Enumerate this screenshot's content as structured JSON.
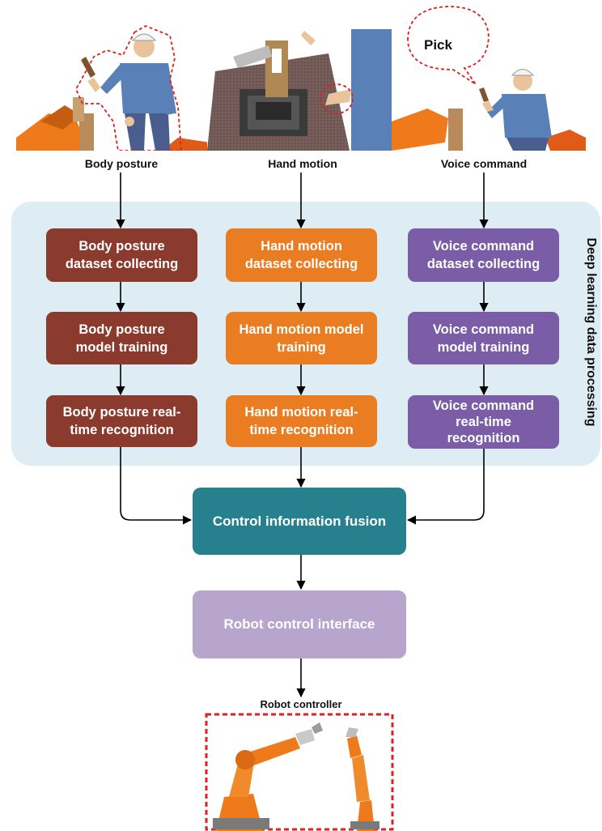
{
  "inputs": {
    "body": "Body posture",
    "hand": "Hand motion",
    "voice": "Voice command"
  },
  "bubble": "Pick",
  "panel_label": "Deep learning data processing",
  "columns": {
    "body": [
      "Body posture\ndataset collecting",
      "Body posture\nmodel training",
      "Body posture real-\ntime recognition"
    ],
    "hand": [
      "Hand motion\ndataset collecting",
      "Hand motion model\ntraining",
      "Hand motion real-\ntime recognition"
    ],
    "voice": [
      "Voice command\ndataset collecting",
      "Voice command\nmodel training",
      "Voice command\nreal-time\nrecognition"
    ]
  },
  "fusion": "Control information fusion",
  "interface": "Robot control interface",
  "controller": "Robot controller",
  "colors": {
    "body": "#8b3a2e",
    "hand": "#ea7d22",
    "voice": "#7a5da6",
    "fusion": "#27808e",
    "interface": "#b7a5cd",
    "panel": "#deedf4",
    "dashed": "#e01f1f"
  }
}
